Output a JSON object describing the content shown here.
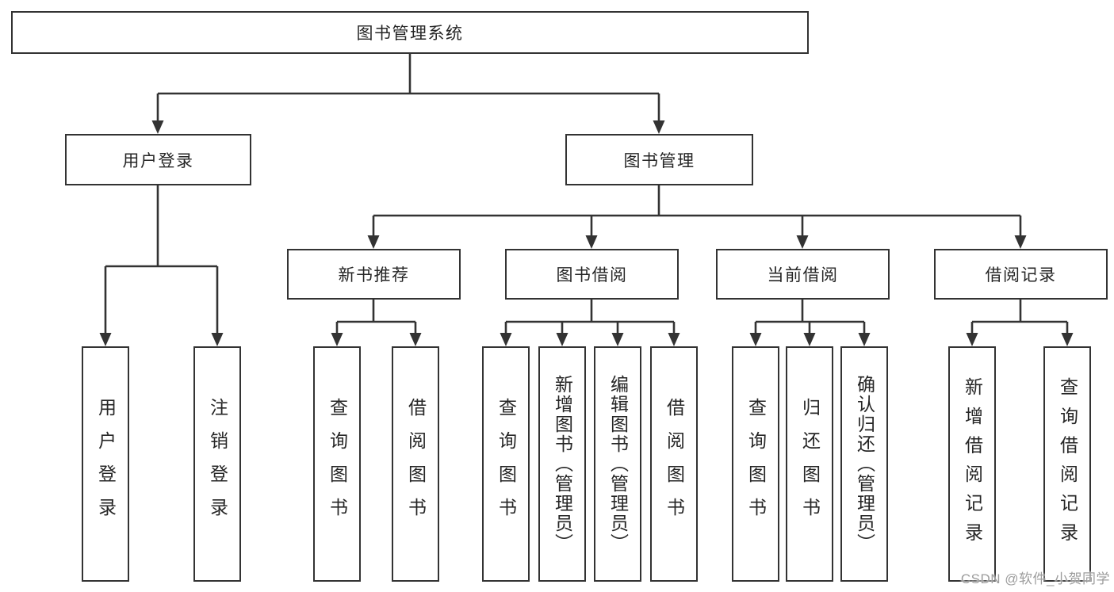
{
  "diagram": {
    "root": "图书管理系统",
    "level1": {
      "user_login": "用户登录",
      "book_management": "图书管理"
    },
    "level2": {
      "new_book_recommend": "新书推荐",
      "book_borrow": "图书借阅",
      "current_borrow": "当前借阅",
      "borrow_records": "借阅记录"
    },
    "leaves": {
      "login": [
        "用户登录",
        "注销登录"
      ],
      "recommend": [
        "查询图书",
        "借阅图书"
      ],
      "borrow": [
        "查询图书",
        "新增图书（管理员）",
        "编辑图书（管理员）",
        "借阅图书"
      ],
      "current": [
        "查询图书",
        "归还图书",
        "确认归还（管理员）"
      ],
      "records": [
        "新增借阅记录",
        "查询借阅记录"
      ]
    }
  },
  "watermark": {
    "text": "CSDN @软件_小贺同学"
  },
  "colors": {
    "line": "#333333",
    "border": "#333333",
    "text": "#262626",
    "background": "#ffffff",
    "watermark": "#9c9c9c"
  }
}
